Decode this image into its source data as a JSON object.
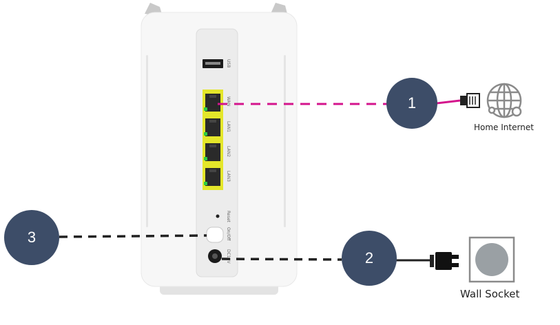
{
  "callouts": [
    {
      "number": "1",
      "label": "Home Internet"
    },
    {
      "number": "2",
      "label": "Wall Socket"
    },
    {
      "number": "3",
      "label": ""
    }
  ],
  "ports": {
    "usb": "USB",
    "wan": "WAN",
    "lan1": "LAN1",
    "lan2": "LAN2",
    "lan3": "LAN3",
    "reset": "Reset",
    "onoff": "On/Off",
    "dc": "DC12V"
  },
  "icons": {
    "internet": "globe-network-icon",
    "ethernet": "ethernet-plug-icon",
    "power": "power-plug-icon",
    "socket": "wall-socket-icon"
  },
  "colors": {
    "callout_fill": "#3d4d68",
    "wan_line": "#d4148c",
    "power_line": "#222222",
    "port_yellow": "#e4e62a",
    "socket_grey": "#9aa0a4"
  }
}
